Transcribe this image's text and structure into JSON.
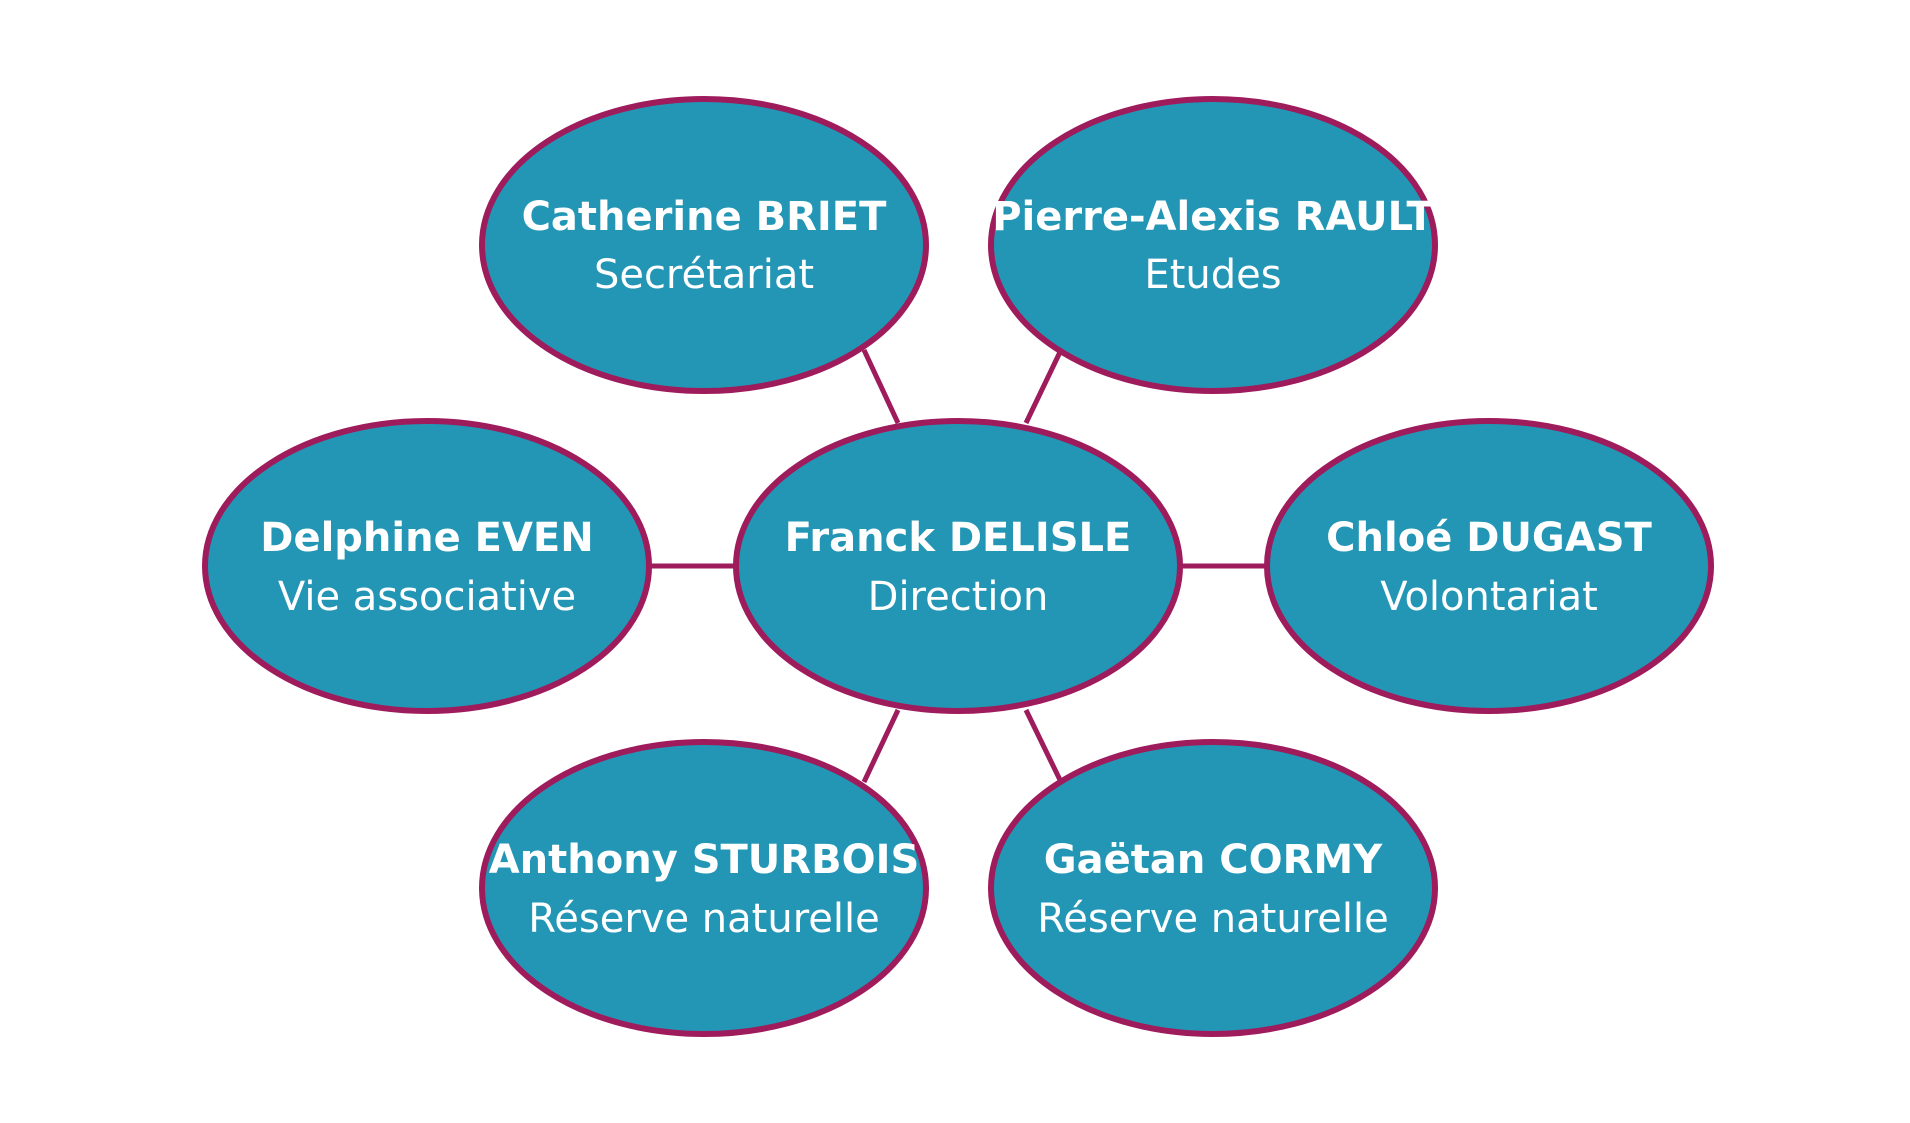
{
  "colors": {
    "node_fill": "#2396b5",
    "node_border": "#9e1b5c",
    "connector": "#9e1b5c",
    "text": "#ffffff",
    "background": "#ffffff"
  },
  "center": {
    "name": "Franck DELISLE",
    "role": "Direction"
  },
  "nodes": [
    {
      "name": "Catherine BRIET",
      "role": "Secrétariat"
    },
    {
      "name": "Pierre-Alexis RAULT",
      "role": "Etudes"
    },
    {
      "name": "Delphine EVEN",
      "role": "Vie associative"
    },
    {
      "name": "Chloé DUGAST",
      "role": "Volontariat"
    },
    {
      "name": "Anthony STURBOIS",
      "role": "Réserve naturelle"
    },
    {
      "name": "Gaëtan CORMY",
      "role": "Réserve naturelle"
    }
  ]
}
